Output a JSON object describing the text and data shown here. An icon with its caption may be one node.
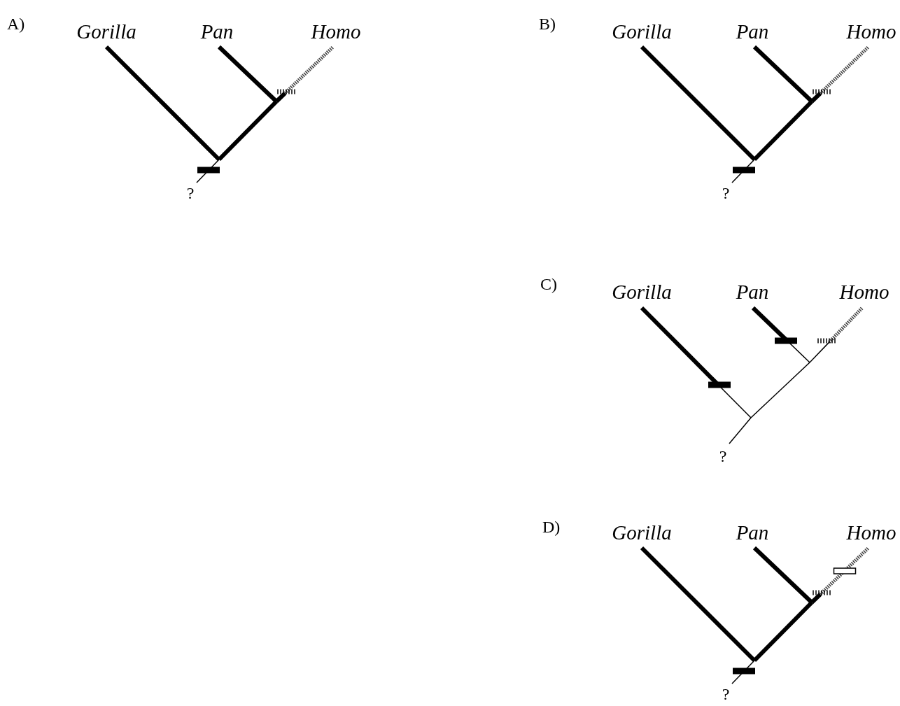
{
  "diagram": {
    "nodes": [
      {
        "text": [
          "Gorilla"
        ]
      },
      {
        "text": [
          "Pan"
        ]
      },
      {
        "text": [
          "Homo"
        ]
      },
      {
        "text": [
          "?"
        ]
      },
      {
        "text": [
          "Gorilla"
        ]
      },
      {
        "text": [
          "Pan"
        ]
      },
      {
        "text": [
          "Homo"
        ]
      },
      {
        "text": [
          "?"
        ]
      },
      {
        "text": [
          "Gorilla"
        ]
      },
      {
        "text": [
          "Pan"
        ]
      },
      {
        "text": [
          "Homo"
        ]
      },
      {
        "text": [
          "?"
        ]
      },
      {
        "text": [
          "Gorilla"
        ]
      },
      {
        "text": [
          "Pan"
        ]
      },
      {
        "text": [
          "Homo"
        ]
      },
      {
        "text": [
          "?"
        ]
      }
    ],
    "edges": [
      {
        "from": 3,
        "to": 0,
        "arrow": "none"
      },
      {
        "from": 3,
        "to": 1,
        "arrow": "none"
      },
      {
        "from": 3,
        "to": 2,
        "arrow": "none"
      },
      {
        "from": 7,
        "to": 4,
        "arrow": "none"
      },
      {
        "from": 7,
        "to": 5,
        "arrow": "none"
      },
      {
        "from": 7,
        "to": 6,
        "arrow": "none"
      },
      {
        "from": 11,
        "to": 8,
        "arrow": "none"
      },
      {
        "from": 11,
        "to": 9,
        "arrow": "none"
      },
      {
        "from": 11,
        "to": 10,
        "arrow": "none"
      },
      {
        "from": 15,
        "to": 12,
        "arrow": "none"
      },
      {
        "from": 15,
        "to": 13,
        "arrow": "none"
      },
      {
        "from": 15,
        "to": 14,
        "arrow": "none"
      }
    ],
    "labels": [
      "A)",
      "B)",
      "C)",
      "D)"
    ]
  }
}
